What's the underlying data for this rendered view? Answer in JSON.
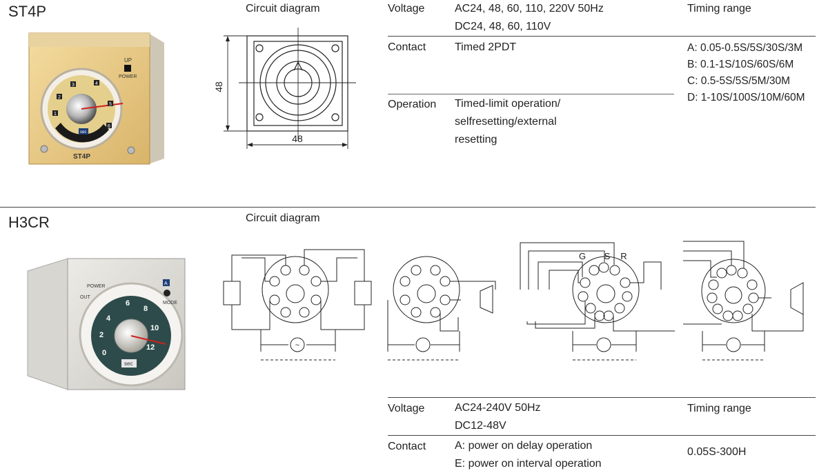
{
  "st4p": {
    "model": "ST4P",
    "product_label": "ST4P",
    "face": {
      "up": "UP",
      "power": "POWER",
      "sec": "sec",
      "dial_marks": [
        "1",
        "2",
        "3",
        "4",
        "5",
        "6"
      ]
    },
    "circuit_title": "Circuit diagram",
    "dim_height": "48",
    "dim_width": "48",
    "specs": {
      "voltage_label": "Voltage",
      "voltage_lines": [
        "AC24, 48, 60, 110, 220V  50Hz",
        "DC24, 48, 60, 110V"
      ],
      "contact_label": "Contact",
      "contact_value": "Timed 2PDT",
      "operation_label": "Operation",
      "operation_lines": [
        "Timed-limit operation/",
        "selfresetting/external",
        "resetting"
      ],
      "timing_label": "Timing range",
      "timing_lines": [
        "A: 0.05-0.5S/5S/30S/3M",
        "B: 0.1-1S/10S/60S/6M",
        "C: 0.5-5S/5S/5M/30M",
        "D: 1-10S/100S/10M/60M"
      ]
    }
  },
  "h3cr": {
    "model": "H3CR",
    "face": {
      "power": "POWER",
      "out": "OUT",
      "mode": "MODE",
      "sec": "sec",
      "a": "A",
      "dial_marks": [
        "0",
        "2",
        "4",
        "6",
        "8",
        "10",
        "12"
      ]
    },
    "circuit_title": "Circuit diagram",
    "diagram_labels": {
      "g": "G",
      "s": "S",
      "r": "R",
      "ac": "~"
    },
    "specs": {
      "voltage_label": "Voltage",
      "voltage_lines": [
        "AC24-240V  50Hz",
        "DC12-48V"
      ],
      "contact_label": "Contact",
      "contact_lines": [
        "A: power on delay operation",
        "E: power on interval operation"
      ],
      "timing_label": "Timing range",
      "timing_value": "0.05S-300H"
    }
  }
}
